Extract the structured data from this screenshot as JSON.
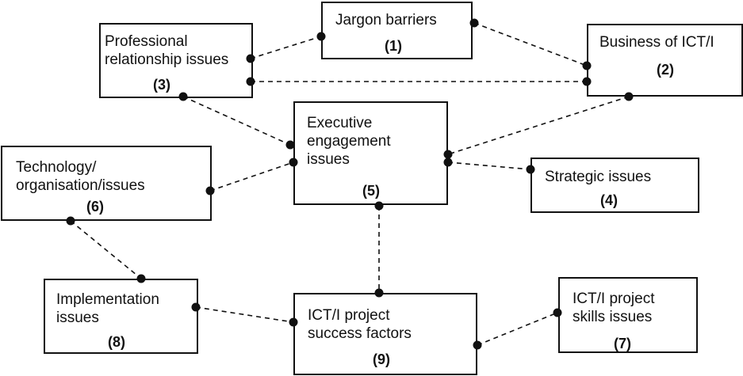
{
  "nodes": {
    "n1": {
      "label": "Jargon barriers",
      "number": "(1)"
    },
    "n2": {
      "label": "Business of ICT/I",
      "number": "(2)"
    },
    "n3": {
      "label": "Professional\nrelationship issues",
      "number": "(3)"
    },
    "n4": {
      "label": "Strategic issues",
      "number": "(4)"
    },
    "n5": {
      "label": "Executive\nengagement\nissues",
      "number": "(5)"
    },
    "n6": {
      "label": "Technology/\norganisation/issues",
      "number": "(6)"
    },
    "n7": {
      "label": "ICT/I project\nskills issues",
      "number": "(7)"
    },
    "n8": {
      "label": "Implementation\nissues",
      "number": "(8)"
    },
    "n9": {
      "label": "ICT/I project\nsuccess factors",
      "number": "(9)"
    }
  },
  "links": [
    {
      "from": "n3",
      "to": "n1"
    },
    {
      "from": "n1",
      "to": "n2"
    },
    {
      "from": "n3",
      "to": "n2"
    },
    {
      "from": "n3",
      "to": "n5"
    },
    {
      "from": "n2",
      "to": "n5"
    },
    {
      "from": "n5",
      "to": "n4"
    },
    {
      "from": "n6",
      "to": "n5"
    },
    {
      "from": "n5",
      "to": "n9"
    },
    {
      "from": "n6",
      "to": "n8"
    },
    {
      "from": "n8",
      "to": "n9"
    },
    {
      "from": "n9",
      "to": "n7"
    }
  ]
}
